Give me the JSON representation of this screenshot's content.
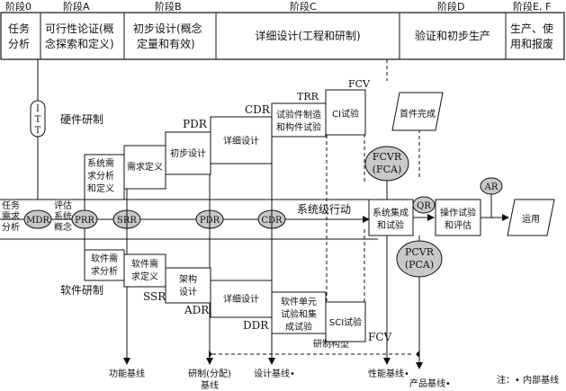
{
  "phases": {
    "p0": "阶段0",
    "pA": "阶段A",
    "pB": "阶段B",
    "pC": "阶段C",
    "pD": "阶段D",
    "pEF": "阶段E, F"
  },
  "phase_boxes": {
    "task_l1": "任务",
    "task_l2": "分析",
    "feas_l1": "可行性论证(概",
    "feas_l2": "念探索和定义)",
    "prelim_l1": "初步设计(概念",
    "prelim_l2": "定量和有效)",
    "detail": "详细设计(工程和研制)",
    "verify": "验证和初步生产",
    "prod_l1": "生产、使",
    "prod_l2": "用和报废"
  },
  "itt": [
    "I",
    "T",
    "T"
  ],
  "labels": {
    "hw_dev": "硬件研制",
    "sw_dev": "软件研制",
    "sys_action": "系统级行动",
    "task_req_l1": "任务",
    "task_req_l2": "需求",
    "task_req_l3": "分析",
    "eval_l1": "评估",
    "eval_l2": "系统",
    "eval_l3": "概念",
    "dev_config": "研制构型",
    "note": "注：• 内部基线"
  },
  "milestones": {
    "pdr_upper": "PDR",
    "cdr_upper": "CDR",
    "trr": "TRR",
    "fcv_upper": "FCV",
    "ssr": "SSR",
    "adr": "ADR",
    "ddr": "DDR",
    "fcv_lower": "FCV"
  },
  "ovals": {
    "mdr": "MDR",
    "prr": "PRR",
    "srr": "SRR",
    "pdr": "PDR",
    "cdr": "CDR",
    "qr": "QR",
    "ar": "AR",
    "fcvr_l1": "FCVR",
    "fcvr_l2": "(FCA)",
    "pcvr_l1": "PCVR",
    "pcvr_l2": "(PCA)"
  },
  "hw_boxes": {
    "sysreq_l1": "系统需",
    "sysreq_l2": "求分析",
    "sysreq_l3": "和定义",
    "reqdef": "需求定义",
    "prelim": "初步设计",
    "detail": "详细设计",
    "trial_l1": "试验件制造",
    "trial_l2": "和构件试验",
    "ci_test": "CI试验",
    "first_done": "首件完成"
  },
  "sw_boxes": {
    "swreq_l1": "软件需",
    "swreq_l2": "求分析",
    "swreqdef_l1": "软件需",
    "swreqdef_l2": "求定义",
    "arch_l1": "架构",
    "arch_l2": "设计",
    "detail": "详细设计",
    "unit_l1": "软件单元",
    "unit_l2": "试验和集",
    "unit_l3": "成试验",
    "sci_test": "SCI试验"
  },
  "right_boxes": {
    "integ_l1": "系统集成",
    "integ_l2": "和试验",
    "optest_l1": "操作试验",
    "optest_l2": "和评估",
    "operate": "运用"
  },
  "baselines": {
    "functional": "功能基线",
    "dev_l1": "研制(分配)",
    "dev_l2": "基线",
    "design": "设计基线•",
    "performance": "性能基线•",
    "product": "产品基线•"
  }
}
